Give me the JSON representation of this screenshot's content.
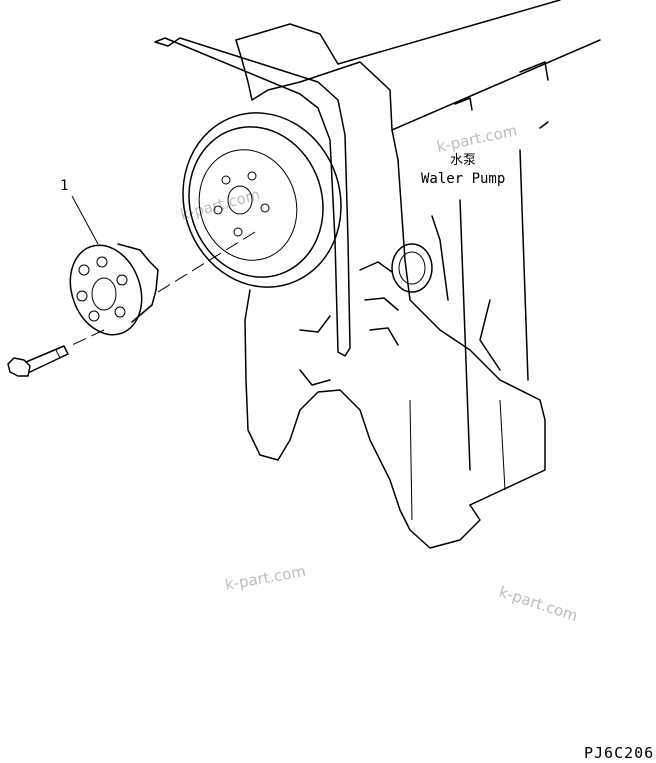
{
  "part_number_label": "1",
  "component_label_cn": "水泵",
  "component_label_en": "Waler Pump",
  "watermarks": [
    "k-part.com",
    "k-part.com",
    "k-part.com",
    "k-part.com"
  ],
  "drawing_code": "PJ6C206"
}
